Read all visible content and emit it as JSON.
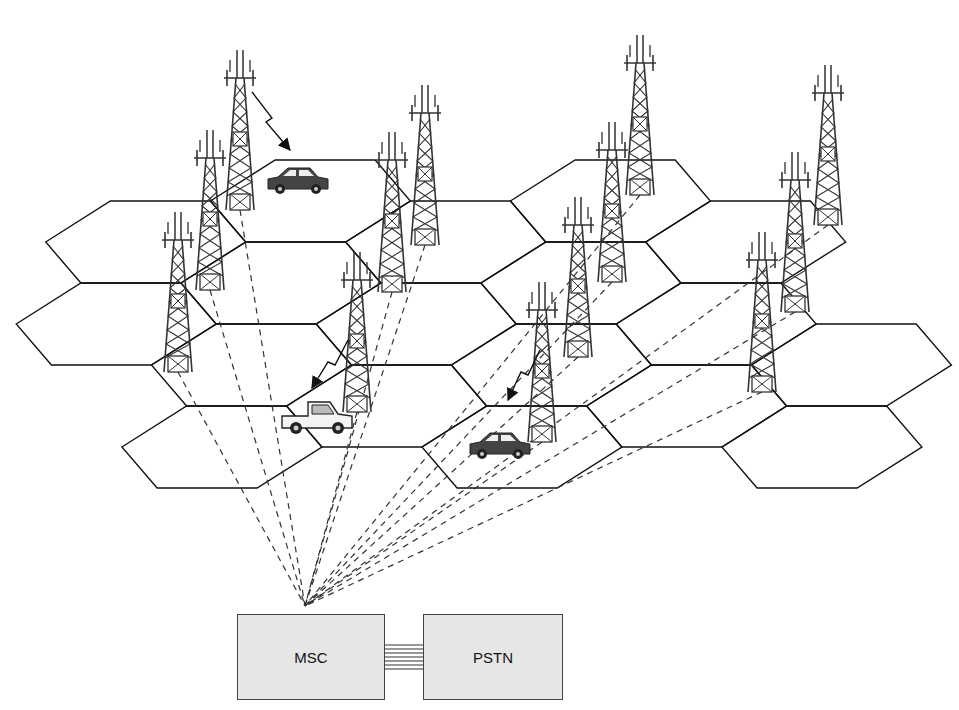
{
  "diagram": {
    "nodes": [
      {
        "text": [
          "MSC"
        ]
      },
      {
        "text": [
          "PSTN"
        ]
      }
    ],
    "edges": [
      {
        "from": 0,
        "to": 1,
        "arrow": "none"
      }
    ]
  }
}
